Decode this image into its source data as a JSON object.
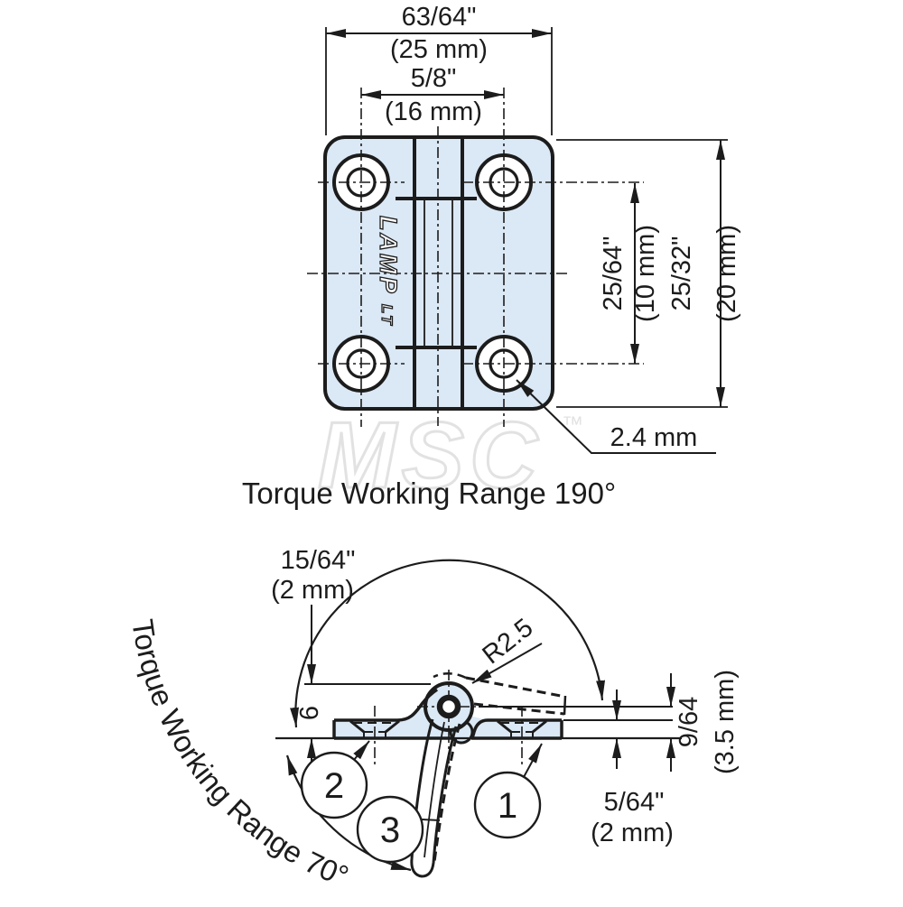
{
  "top_view": {
    "dim_width_in": "63/64\"",
    "dim_width_mm": "(25 mm)",
    "dim_span_in": "5/8\"",
    "dim_span_mm": "(16 mm)",
    "dim_pitch_in": "25/64\"",
    "dim_pitch_mm": "(10 mm)",
    "dim_height_in": "25/32\"",
    "dim_height_mm": "(20 mm)",
    "dim_hole": "2.4 mm",
    "logo": "LAMP",
    "logo_sub": "LT"
  },
  "caption": "Torque Working Range 190°",
  "side_view": {
    "dim_offset_in": "15/64\"",
    "dim_offset_mm": "(2 mm)",
    "dim_six": "6",
    "dim_radius": "R2.5",
    "dim_thickness_in": "5/64\"",
    "dim_thickness_mm": "(2 mm)",
    "dim_height_in": "9/64",
    "dim_height_mm": "(3.5 mm)",
    "arc_label": "Torque Working Range 70°",
    "balloon_1": "1",
    "balloon_2": "2",
    "balloon_3": "3"
  },
  "watermark": {
    "text": "MSC",
    "tm": "™"
  },
  "colors": {
    "line": "#1c1c1c",
    "fillc": "#dbe8f5",
    "wm": "#e2e2e2"
  }
}
